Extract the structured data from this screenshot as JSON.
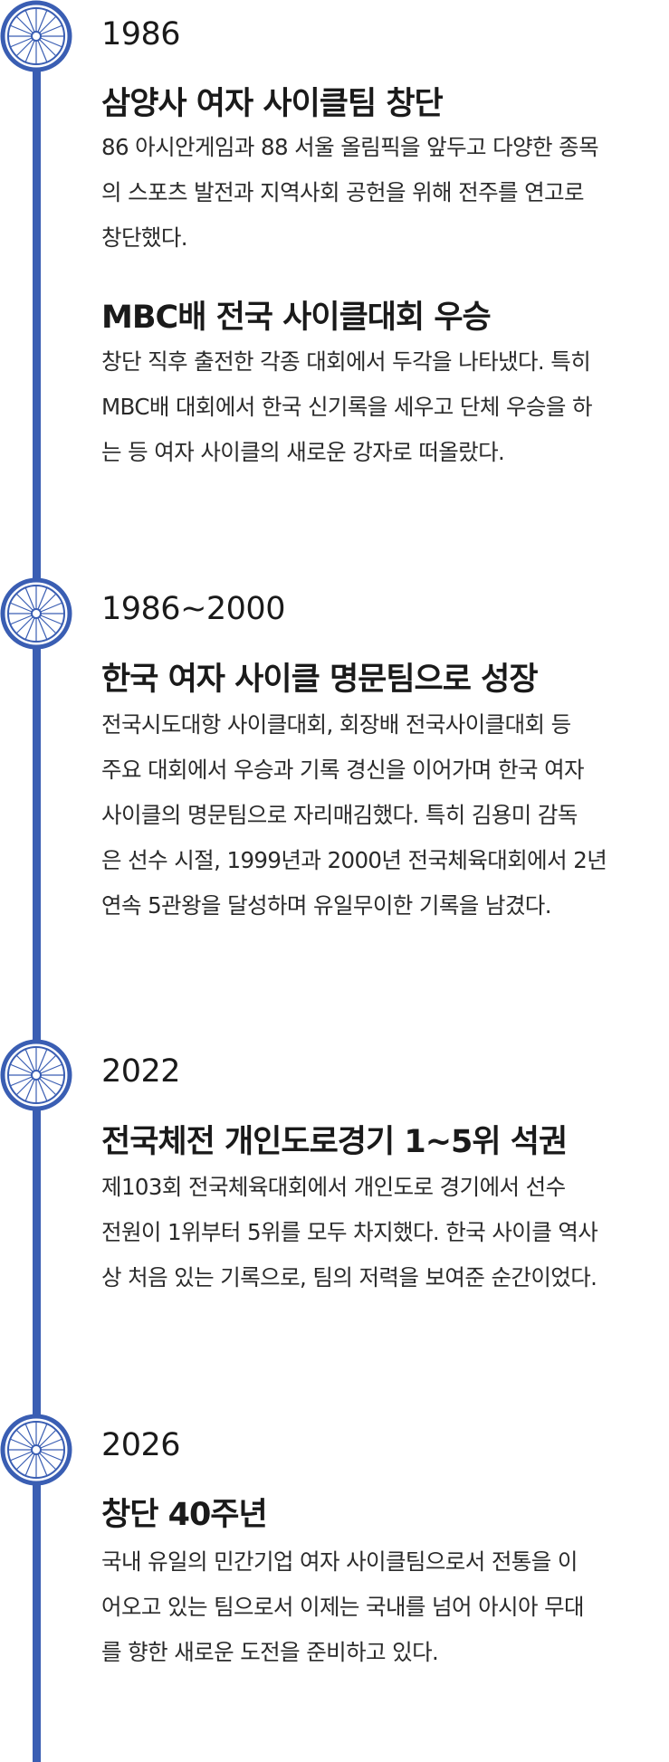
{
  "timeline": {
    "entries": [
      {
        "year": "1986",
        "items": [
          {
            "title": "삼양사 여자 사이클팀 창단",
            "lines": [
              "86 아시안게임과 88 서울 올림픽을 앞두고 다양한 종목",
              "의 스포츠 발전과 지역사회 공헌을 위해 전주를 연고로",
              "창단했다."
            ]
          },
          {
            "title": "MBC배 전국 사이클대회 우승",
            "lines": [
              "창단 직후 출전한 각종 대회에서 두각을 나타냈다. 특히",
              "MBC배 대회에서 한국 신기록을 세우고 단체 우승을 하",
              "는 등 여자 사이클의 새로운 강자로 떠올랐다."
            ]
          }
        ]
      },
      {
        "year": "1986~2000",
        "items": [
          {
            "title": "한국 여자 사이클 명문팀으로 성장",
            "lines": [
              "전국시도대항 사이클대회, 회장배 전국사이클대회 등",
              "주요 대회에서 우승과 기록 경신을 이어가며 한국 여자",
              "사이클의 명문팀으로 자리매김했다. 특히 김용미 감독",
              "은 선수 시절, 1999년과 2000년 전국체육대회에서 2년",
              "연속 5관왕을 달성하며 유일무이한 기록을 남겼다."
            ]
          }
        ]
      },
      {
        "year": "2022",
        "items": [
          {
            "title": "전국체전 개인도로경기 1~5위 석권",
            "lines": [
              "제103회 전국체육대회에서 개인도로 경기에서 선수",
              "전원이 1위부터 5위를 모두 차지했다. 한국 사이클 역사",
              "상 처음 있는 기록으로, 팀의 저력을 보여준 순간이었다."
            ]
          }
        ]
      },
      {
        "year": "2026",
        "items": [
          {
            "title": "창단 40주년",
            "lines": [
              "국내 유일의 민간기업 여자 사이클팀으로서 전통을 이",
              "어오고 있는 팀으로서 이제는 국내를 넘어 아시아 무대",
              "를 향한 새로운 도전을 준비하고 있다."
            ]
          }
        ]
      }
    ]
  },
  "colors": {
    "accent": "#3a5eb3",
    "text": "#1a1a1a"
  },
  "icons": {
    "marker": "bicycle-wheel-icon"
  }
}
